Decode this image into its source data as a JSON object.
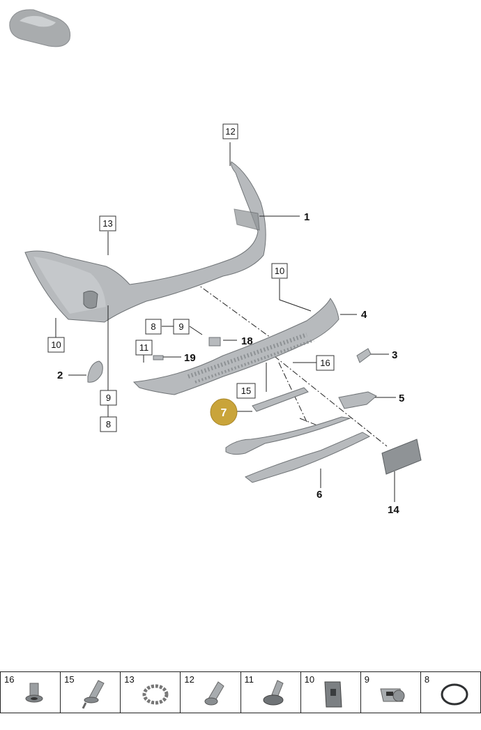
{
  "callouts": {
    "c12": "12",
    "c1": "1",
    "c13": "13",
    "c10a": "10",
    "c4": "4",
    "c10b": "10",
    "c8a": "8",
    "c9a": "9",
    "c18": "18",
    "c11": "11",
    "c19": "19",
    "c3": "3",
    "c16": "16",
    "c2": "2",
    "c15": "15",
    "c9b": "9",
    "c5": "5",
    "c7": "7",
    "c8b": "8",
    "c6": "6",
    "c14": "14"
  },
  "highlight_color": "#c9a43a",
  "parts_strip": [
    {
      "num": "16",
      "icon": "plug-icon"
    },
    {
      "num": "15",
      "icon": "expansion-rivet-icon"
    },
    {
      "num": "13",
      "icon": "retaining-ring-icon"
    },
    {
      "num": "12",
      "icon": "screw-icon"
    },
    {
      "num": "11",
      "icon": "clip-rivet-icon"
    },
    {
      "num": "10",
      "icon": "bracket-icon"
    },
    {
      "num": "9",
      "icon": "sensor-icon"
    },
    {
      "num": "8",
      "icon": "seal-ring-icon"
    }
  ]
}
